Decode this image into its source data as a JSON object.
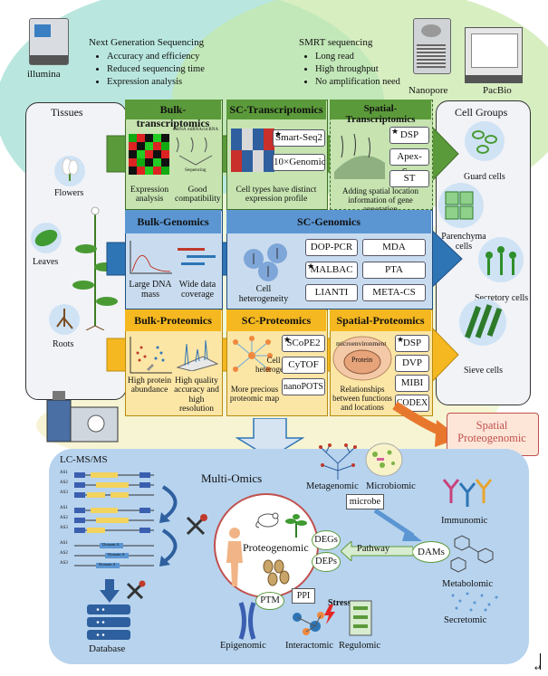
{
  "top": {
    "ngs": {
      "title": "Next Generation Sequencing",
      "bullets": [
        "Accuracy and efficiency",
        "Reduced sequencing time",
        "Expression analysis"
      ]
    },
    "smrt": {
      "title": "SMRT sequencing",
      "bullets": [
        "Long read",
        "High throughput",
        "No amplification need"
      ]
    },
    "instruments": {
      "illumina": "illumina",
      "nanopore": "Nanopore",
      "pacbio": "PacBio"
    }
  },
  "tissues": {
    "title": "Tissues",
    "items": [
      "Flowers",
      "Leaves",
      "Roots"
    ]
  },
  "cell_groups": {
    "title": "Cell Groups",
    "items": [
      "Guard cells",
      "Parenchyma cells",
      "Secretory cells",
      "Sieve cells"
    ]
  },
  "transcriptomics": {
    "bulk": {
      "title": "Bulk-transcriptomics",
      "cap1": "Expression analysis",
      "cap2": "Good compatibility",
      "mini": [
        "mRNA",
        "miRNA",
        "circRNA"
      ],
      "seq": "Sequencing"
    },
    "sc": {
      "title": "SC-Transcriptomics",
      "methods": [
        "Smart-Seq2",
        "10×Genomic"
      ],
      "cap": "Cell types have distinct expression profile"
    },
    "spatial": {
      "title": "Spatial-Transcriptomics",
      "methods": [
        "DSP",
        "Apex-Seq",
        "ST"
      ],
      "cap": "Adding spatial location information of gene annotation"
    }
  },
  "genomics": {
    "bulk": {
      "title": "Bulk-Genomics",
      "cap1": "Large DNA mass",
      "cap2": "Wide data coverage"
    },
    "sc": {
      "title": "SC-Genomics",
      "cap": "Cell heterogeneity",
      "methods": [
        "DOP-PCR",
        "MDA",
        "MALBAC",
        "PTA",
        "LIANTI",
        "META-CS"
      ]
    }
  },
  "proteomics": {
    "bulk": {
      "title": "Bulk-Proteomics",
      "cap1": "High protein abundance",
      "cap2": "High quality accuracy and high resolution"
    },
    "sc": {
      "title": "SC-Proteomics",
      "methods": [
        "SCoPE2",
        "CyTOF",
        "nanoPOTS"
      ],
      "cap1": "Cell heterogeneity",
      "cap2": "More precious proteomic map"
    },
    "spatial": {
      "title": "Spatial-Proteomics",
      "methods": [
        "DSP",
        "DVP",
        "MIBI",
        "CODEX"
      ],
      "micro": "microenvironment",
      "protein": "Protein",
      "cap": "Relationships between functions and locations"
    }
  },
  "spatial_proteogenomic": "Spatial Proteogenomic",
  "multiomics": {
    "lcms": "LC-MS/MS",
    "title": "Multi-Omics",
    "center": "Proteogenomic",
    "as_labels": [
      "AS1",
      "AS2",
      "AS3",
      "AS1",
      "AS2",
      "AS3",
      "AS1",
      "AS2",
      "AS3"
    ],
    "domain": "Domain A",
    "database": "Database",
    "nodes": {
      "degs": "DEGs",
      "deps": "DEPs",
      "ptm": "PTM",
      "ppi": "PPI",
      "pathway": "Pathway",
      "dams": "DAMs",
      "microbe": "microbe",
      "stress": "Stress"
    },
    "omics": {
      "metagenomic": "Metagenomic",
      "microbiomic": "Microbiomic",
      "immunomic": "Immunomic",
      "metabolomic": "Metabolomic",
      "secretomic": "Secretomic",
      "epigenomic": "Epigenomic",
      "interactomic": "Interactomic",
      "regulomic": "Regulomic"
    }
  },
  "colors": {
    "green_band": "#5b9a3a",
    "blue_band": "#2e75b6",
    "orange_band": "#f5b820",
    "multiomics_bg": "#b7d3ee",
    "spatial_proteo": "#c0504d"
  },
  "footer_mark": "↵"
}
